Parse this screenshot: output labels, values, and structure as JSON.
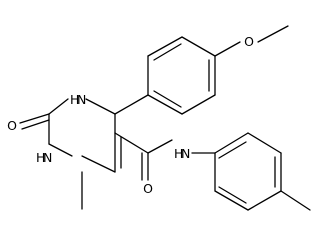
{
  "molecule": {
    "atom_labels": {
      "methoxy_o": "O",
      "carbonyl_o": "O",
      "amide_o": "O",
      "nh_upper": "H",
      "n_upper": "N",
      "nh_lower": "H",
      "n_lower": "N",
      "amide_nh": "H",
      "amide_n": "N"
    }
  }
}
